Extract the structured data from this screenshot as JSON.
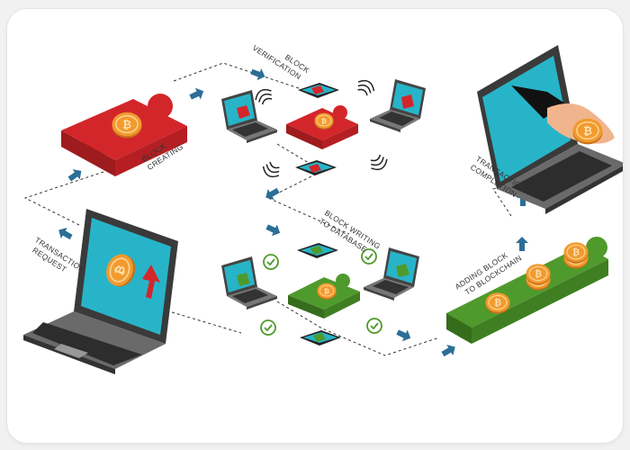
{
  "labels": {
    "transaction_request": [
      "TRANSACTION",
      "REQUEST"
    ],
    "block_creating": [
      "BLOCK",
      "CREATING"
    ],
    "block_verification": [
      "BLOCK",
      "VERIFICATION"
    ],
    "block_writing": [
      "BLOCK WRITING",
      "TO DATABASE"
    ],
    "adding_block": [
      "ADDING BLOCK",
      "TO BLOCKCHAIN"
    ],
    "transaction_completion": [
      "TRANSACTION",
      "COMPLETION"
    ]
  },
  "coin_symbol": "₿",
  "colors": {
    "red": "#d3262b",
    "red_dark": "#9e1b1e",
    "green": "#4f9a2c",
    "green_dark": "#356d1c",
    "coin": "#f29a2e",
    "coin_edge": "#c8711b",
    "screen": "#28b4c8",
    "laptop": "#5a5a5a",
    "arrow": "#2c6e96"
  }
}
